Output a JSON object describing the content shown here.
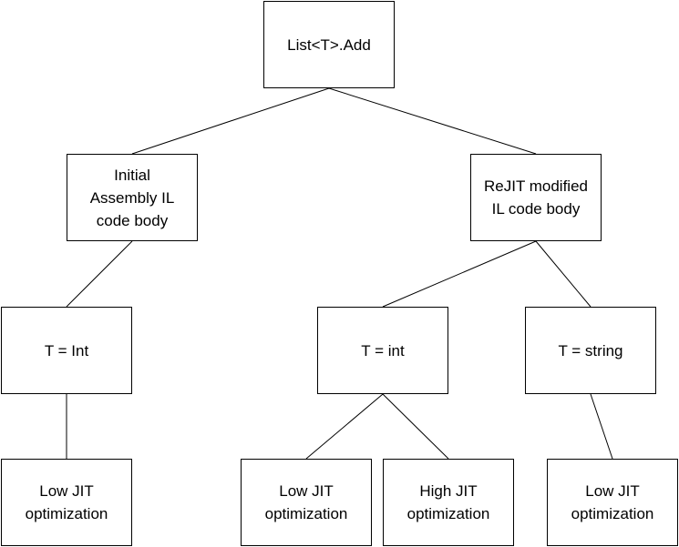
{
  "diagram": {
    "nodes": {
      "root": "List<T>.Add",
      "initial_il": "Initial\nAssembly IL\ncode body",
      "rejit_il": "ReJIT modified\nIL code body",
      "t_int_initial": "T = Int",
      "t_int_rejit": "T = int",
      "t_string_rejit": "T = string",
      "low_jit_initial": "Low JIT\noptimization",
      "low_jit_rejit_int": "Low JIT\noptimization",
      "high_jit_rejit_int": "High JIT\noptimization",
      "low_jit_rejit_string": "Low JIT\noptimization"
    },
    "edges": [
      [
        "root",
        "initial_il"
      ],
      [
        "root",
        "rejit_il"
      ],
      [
        "initial_il",
        "t_int_initial"
      ],
      [
        "rejit_il",
        "t_int_rejit"
      ],
      [
        "rejit_il",
        "t_string_rejit"
      ],
      [
        "t_int_initial",
        "low_jit_initial"
      ],
      [
        "t_int_rejit",
        "low_jit_rejit_int"
      ],
      [
        "t_int_rejit",
        "high_jit_rejit_int"
      ],
      [
        "t_string_rejit",
        "low_jit_rejit_string"
      ]
    ]
  }
}
